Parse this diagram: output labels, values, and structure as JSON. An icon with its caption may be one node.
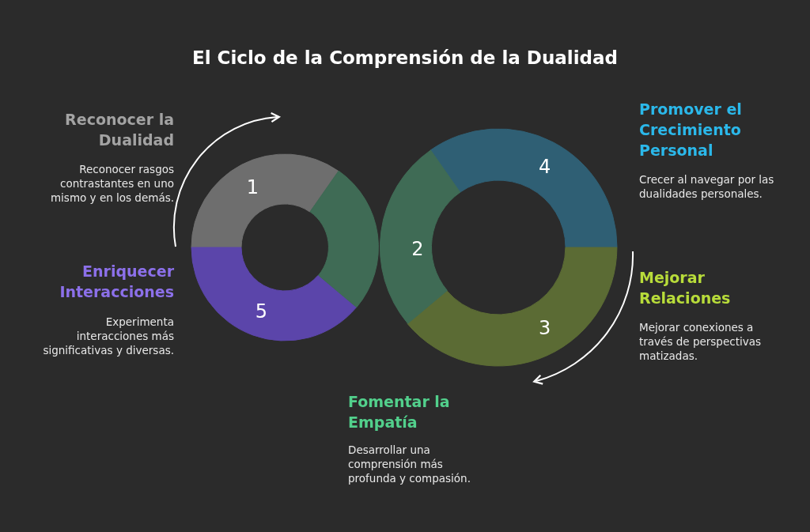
{
  "diagram": {
    "title": "El Ciclo de la Comprensión de la Dualidad",
    "nodes": [
      {
        "text": [
          "1"
        ],
        "beside": [
          "Reconocer la Dualidad",
          "Reconocer rasgos contrastantes en uno mismo y en los demás."
        ]
      },
      {
        "text": [
          "2"
        ],
        "beside": [
          "Fomentar la Empatía",
          "Desarrollar una comprensión más profunda y compasión."
        ]
      },
      {
        "text": [
          "3"
        ],
        "beside": [
          "Mejorar Relaciones",
          "Mejorar conexiones a través de perspectivas matizadas."
        ]
      },
      {
        "text": [
          "4"
        ],
        "beside": [
          "Promover el Crecimiento Personal",
          "Crecer al navegar por las dualidades personales."
        ]
      },
      {
        "text": [
          "5"
        ],
        "beside": [
          "Enriquecer Interacciones",
          "Experimenta interacciones más significativas y diversas."
        ]
      }
    ]
  }
}
